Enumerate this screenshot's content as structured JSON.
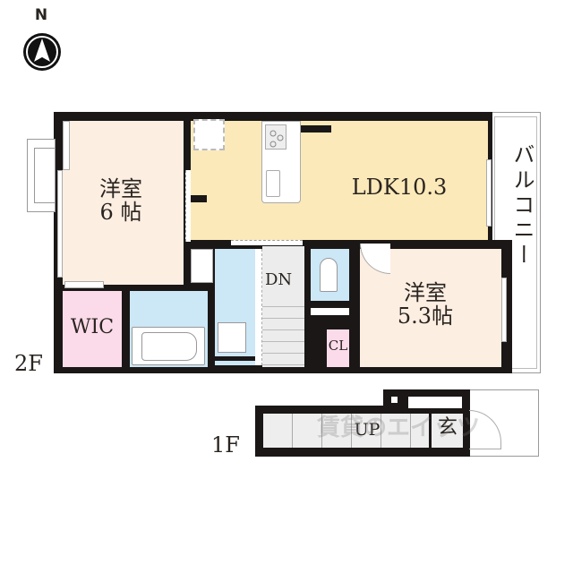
{
  "compass": {
    "letter": "N",
    "icon": "north-arrow-icon"
  },
  "floors": {
    "upper": {
      "label": "2F",
      "rooms": {
        "western_6": {
          "line1": "洋室",
          "line2": "6 帖",
          "color": "#fdeee2"
        },
        "ldk": {
          "label": "LDK10.3",
          "color": "#fbe9b9"
        },
        "balcony": {
          "label": "バルコニー",
          "color": "#ffffff"
        },
        "wic": {
          "label": "WIC",
          "color": "#fbdbea"
        },
        "bath": {
          "color": "#cce7f6"
        },
        "washroom": {
          "color": "#cce7f6"
        },
        "stairs": {
          "label": "DN",
          "color": "#ececec"
        },
        "toilet": {
          "color": "#cce7f6"
        },
        "closet": {
          "label": "CL",
          "color": "#fbdbea"
        },
        "western_53": {
          "line1": "洋室",
          "line2": "5.3帖",
          "color": "#fdeee2"
        }
      }
    },
    "lower": {
      "label": "1F",
      "stairs": {
        "label": "UP"
      },
      "entrance": {
        "label": "玄"
      }
    }
  },
  "watermark": {
    "text": "賃貸のエイッツ"
  },
  "colors": {
    "wall": "#1a1716",
    "outline": "#9a9a9a"
  }
}
